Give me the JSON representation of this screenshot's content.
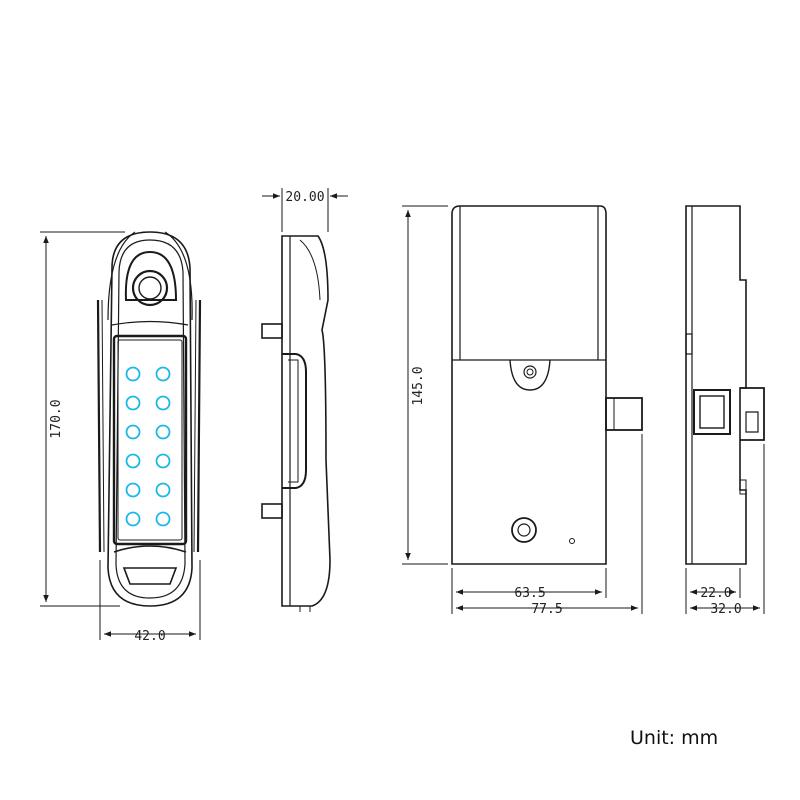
{
  "front_view": {
    "height_dim": "170.0",
    "width_dim": "42.0"
  },
  "side_view": {
    "thickness_dim": "20.00"
  },
  "back_view": {
    "height_dim": "145.0",
    "inner_width_dim": "63.5",
    "outer_width_dim": "77.5"
  },
  "right_view": {
    "inner_width_dim": "22.0",
    "outer_width_dim": "32.0"
  },
  "unit_label": "Unit: mm",
  "colors": {
    "line": "#1a1a1a",
    "key_led": "#19b8e8"
  }
}
